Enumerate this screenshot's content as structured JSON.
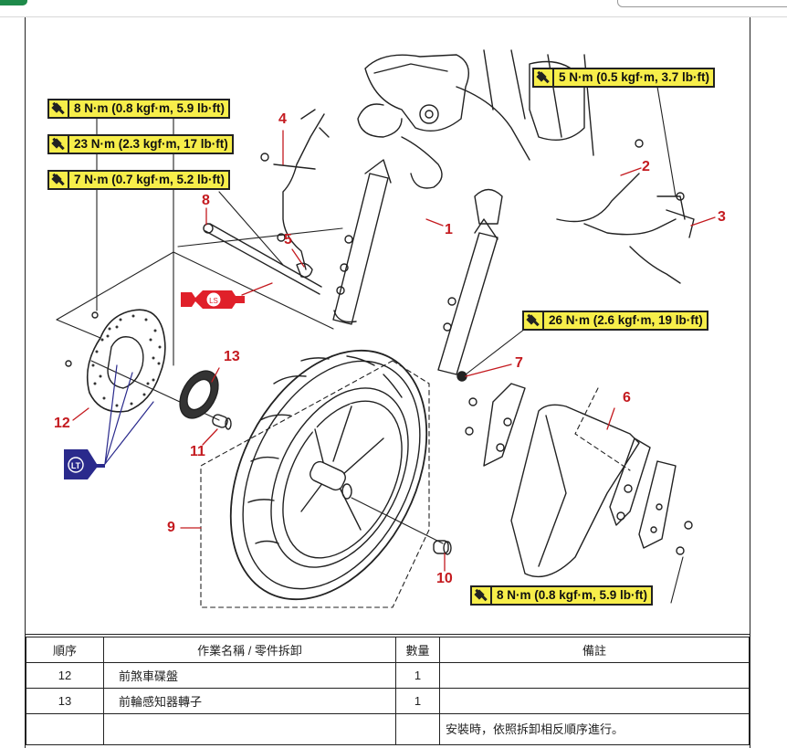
{
  "browser": {
    "top_left_button_color": "#1e8a4a"
  },
  "diagram": {
    "title": "前輪拆卸分解圖",
    "torque_specs": [
      {
        "id": "t1",
        "text": "8 N·m (0.8 kgf·m, 5.9 lb·ft)"
      },
      {
        "id": "t2",
        "text": "23 N·m (2.3 kgf·m, 17 lb·ft)"
      },
      {
        "id": "t3",
        "text": "7 N·m (0.7 kgf·m, 5.2 lb·ft)"
      },
      {
        "id": "t4",
        "text": "5 N·m (0.5 kgf·m, 3.7 lb·ft)"
      },
      {
        "id": "t5",
        "text": "26 N·m (2.6 kgf·m, 19 lb·ft)"
      },
      {
        "id": "t6",
        "text": "8 N·m (0.8 kgf·m, 5.9 lb·ft)"
      }
    ],
    "callouts": [
      "1",
      "2",
      "3",
      "4",
      "5",
      "6",
      "7",
      "8",
      "9",
      "10",
      "11",
      "12",
      "13"
    ],
    "badges": {
      "lithium_grease": "LS",
      "locking_agent": "LT"
    },
    "colors": {
      "torque_label_bg": "#f7ee4a",
      "callout_red": "#c41a1f",
      "ls_red": "#e0202a",
      "lt_blue": "#2a2a8c"
    }
  },
  "table": {
    "headers": {
      "order": "順序",
      "job": "作業名稱 / 零件拆卸",
      "qty": "數量",
      "remarks": "備註"
    },
    "rows": [
      {
        "order": "12",
        "job": "前煞車碟盤",
        "qty": "1",
        "remarks": ""
      },
      {
        "order": "13",
        "job": "前輪感知器轉子",
        "qty": "1",
        "remarks": ""
      },
      {
        "order": "",
        "job": "",
        "qty": "",
        "remarks": "安裝時，依照拆卸相反順序進行。"
      }
    ]
  }
}
